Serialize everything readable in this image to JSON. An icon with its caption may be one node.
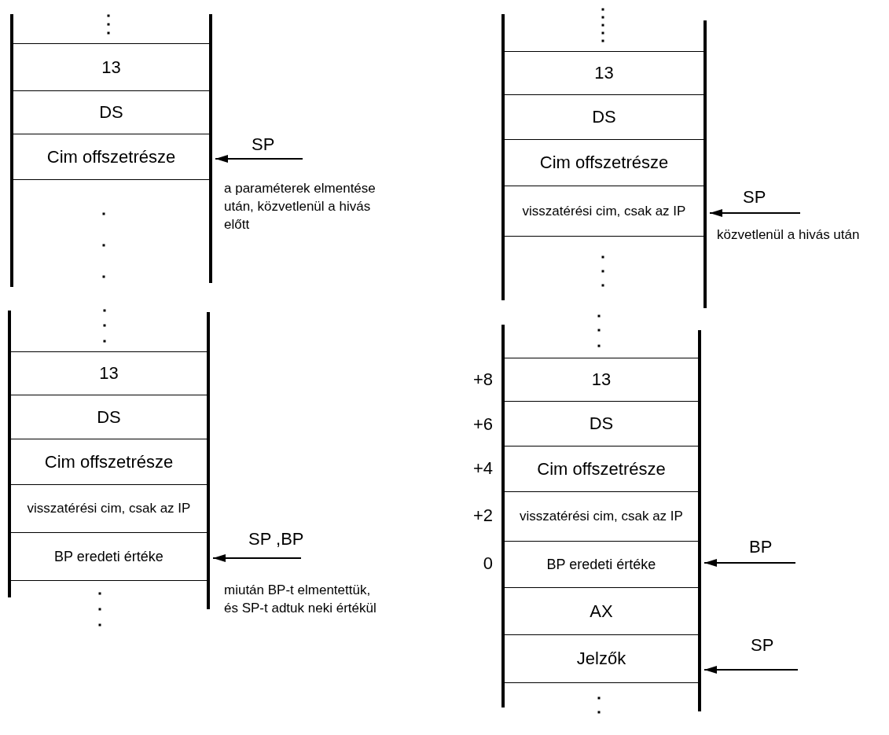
{
  "diagram": {
    "nodes": [
      {
        "text": [
          "13"
        ]
      },
      {
        "text": [
          "DS"
        ]
      },
      {
        "text": [
          "Cim offszetrésze"
        ]
      },
      {
        "text": [
          "13"
        ]
      },
      {
        "text": [
          "DS"
        ]
      },
      {
        "text": [
          "Cim offszetrésze"
        ]
      },
      {
        "text": [
          "visszatérési cim, csak az IP"
        ]
      },
      {
        "text": [
          "13"
        ]
      },
      {
        "text": [
          "DS"
        ]
      },
      {
        "text": [
          "Cim offszetrésze"
        ]
      },
      {
        "text": [
          "visszatérési cim, csak az IP"
        ]
      },
      {
        "text": [
          "BP eredeti értéke"
        ]
      },
      {
        "text": [
          "13"
        ]
      },
      {
        "text": [
          "DS"
        ]
      },
      {
        "text": [
          "Cim offszetrésze"
        ]
      },
      {
        "text": [
          "visszatérési cim, csak az IP"
        ]
      },
      {
        "text": [
          "BP eredeti értéke"
        ]
      },
      {
        "text": [
          "AX"
        ]
      },
      {
        "text": [
          "Jelzők"
        ]
      }
    ],
    "edges": [
      {
        "from": null,
        "to": 2,
        "arrow": "to",
        "label": "SP"
      },
      {
        "from": null,
        "to": 6,
        "arrow": "to",
        "label": "SP"
      },
      {
        "from": null,
        "to": 11,
        "arrow": "to",
        "label": "SP ,BP"
      },
      {
        "from": null,
        "to": 16,
        "arrow": "to",
        "label": "BP"
      },
      {
        "from": null,
        "to": 18,
        "arrow": "to",
        "label": "SP"
      }
    ],
    "labels": [
      "a paraméterek elmentése után, közvetlenül a hivás előtt",
      "közvetlenül a hivás után",
      "miután BP-t elmentettük, és SP-t adtuk neki értékül",
      "+8",
      "+6",
      "+4",
      "+2",
      "0"
    ]
  }
}
